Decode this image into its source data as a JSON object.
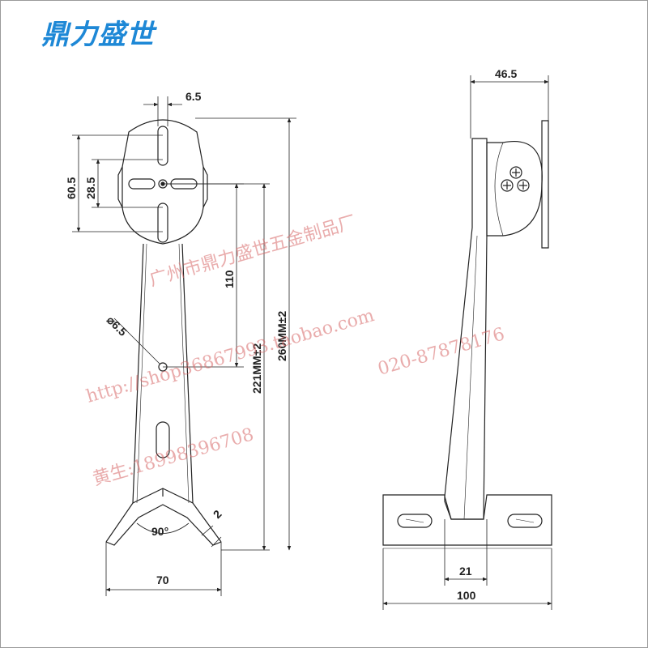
{
  "brand": {
    "name": "鼎力盛世",
    "color": "#1e88d6"
  },
  "watermark": {
    "line1": "广州市鼎力盛世五金制品厂",
    "line2": "http://shop36867993.taobao.com",
    "line3": "020-87878176",
    "line4": "黄生:18998396708",
    "color": "#d86a6a"
  },
  "front_view": {
    "dim_slot_width": "6.5",
    "dim_height_60": "60.5",
    "dim_height_28": "28.5",
    "dim_110": "110",
    "dim_hole": "⌀6.5",
    "dim_221": "221MM±2",
    "dim_260": "260MM±2",
    "dim_angle": "90°",
    "dim_thickness": "2",
    "dim_width": "70"
  },
  "side_view": {
    "dim_depth": "46.5",
    "dim_neck": "21",
    "dim_base": "100"
  }
}
